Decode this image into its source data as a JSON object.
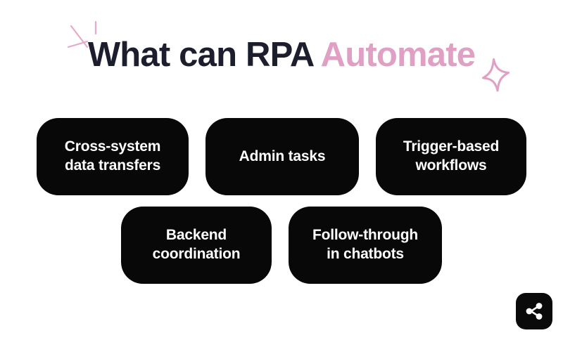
{
  "slide": {
    "background_color": "#FFFFFF",
    "title": {
      "main_text": "What can RPA ",
      "accent_text": "Automate",
      "main_color": "#1C1E2E",
      "accent_color": "#E0A0C4"
    },
    "decorations": {
      "sparkle_lines_color": "#E7A9C9",
      "sparkle_lines_count": 3,
      "star_color": "#DFA0C4",
      "star_points": 4
    },
    "cards": {
      "background_color": "#080808",
      "text_color": "#FFFFFF",
      "row_1": [
        {
          "label": "Cross-system\ndata transfers"
        },
        {
          "label": "Admin tasks"
        },
        {
          "label": "Trigger-based\nworkflows"
        }
      ],
      "row_2": [
        {
          "label": "Backend\ncoordination"
        },
        {
          "label": "Follow-through\nin chatbots"
        }
      ]
    },
    "share_button": {
      "icon": "share-icon",
      "background_color": "#0A0A0A",
      "icon_color": "#FFFFFF"
    }
  }
}
